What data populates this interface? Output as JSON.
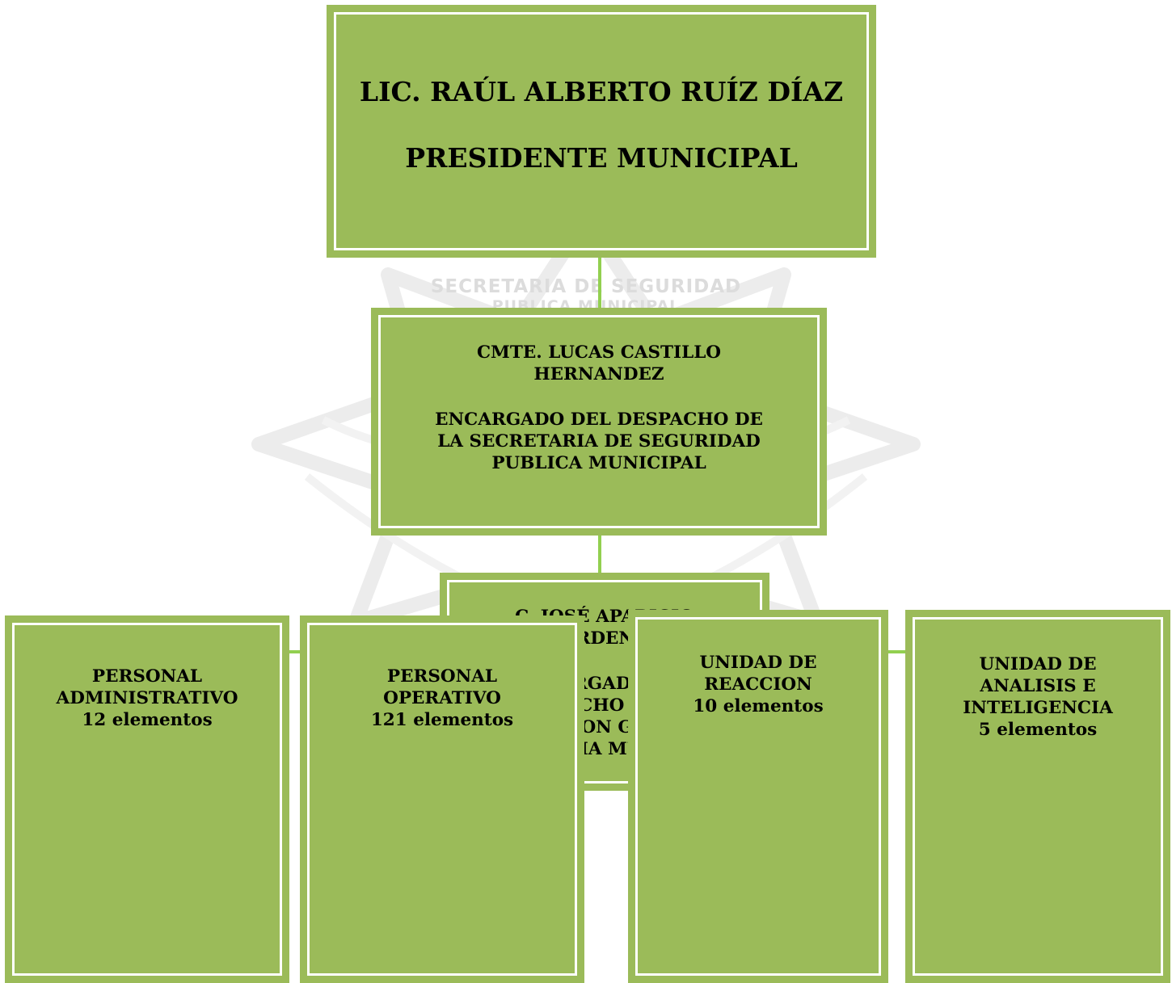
{
  "watermark": {
    "line1": "SECRETARIA DE SEGURIDAD",
    "line2": "PUBLICA MUNICIPAL"
  },
  "colors": {
    "box_fill": "#9bbb59",
    "box_inner_border": "#ffffff",
    "connector": "#92d050",
    "text": "#000000",
    "watermark": "#dcdcdc"
  },
  "president": {
    "name": "LIC. RAÚL ALBERTO RUÍZ DÍAZ",
    "title": "PRESIDENTE MUNICIPAL"
  },
  "secretaria": {
    "name_line1": "CMTE. LUCAS CASTILLO",
    "name_line2": "HERNANDEZ",
    "title_line1": "ENCARGADO DEL DESPACHO DE",
    "title_line2": "LA SECRETARIA DE SEGURIDAD",
    "title_line3": "PUBLICA MUNICIPAL"
  },
  "direccion": {
    "name_line1": "C. JOSÉ APARICIO",
    "name_line2": "CARDENAS",
    "title_line1": "ENCARGADO DEL",
    "title_line2": "DESPACHO  DE LA",
    "title_line3": "DIRECCION GENERAL",
    "title_line4": "DE POLICIA MUNICIPAL"
  },
  "units": [
    {
      "line1": "PERSONAL",
      "line2": "ADMINISTRATIVO",
      "count": "12 elementos"
    },
    {
      "line1": "PERSONAL",
      "line2": "OPERATIVO",
      "count": "121 elementos"
    },
    {
      "line1": "UNIDAD DE",
      "line2": "REACCION",
      "count": "10 elementos"
    },
    {
      "line1": "UNIDAD DE",
      "line2": "ANALISIS E",
      "line3": "INTELIGENCIA",
      "count": "5 elementos"
    }
  ]
}
